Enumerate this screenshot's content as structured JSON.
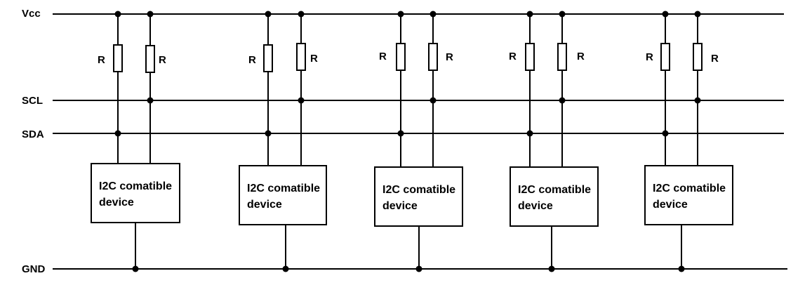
{
  "buses": {
    "vcc": "Vcc",
    "scl": "SCL",
    "sda": "SDA",
    "gnd": "GND"
  },
  "resistor_label": "R",
  "devices": [
    {
      "line1": "I2C comatible",
      "line2": "device"
    },
    {
      "line1": "I2C comatible",
      "line2": "device"
    },
    {
      "line1": "I2C comatible",
      "line2": "device"
    },
    {
      "line1": "I2C comatible",
      "line2": "device"
    },
    {
      "line1": "I2C comatible",
      "line2": "device"
    }
  ],
  "colors": {
    "wire": "#000000",
    "background": "#ffffff"
  }
}
